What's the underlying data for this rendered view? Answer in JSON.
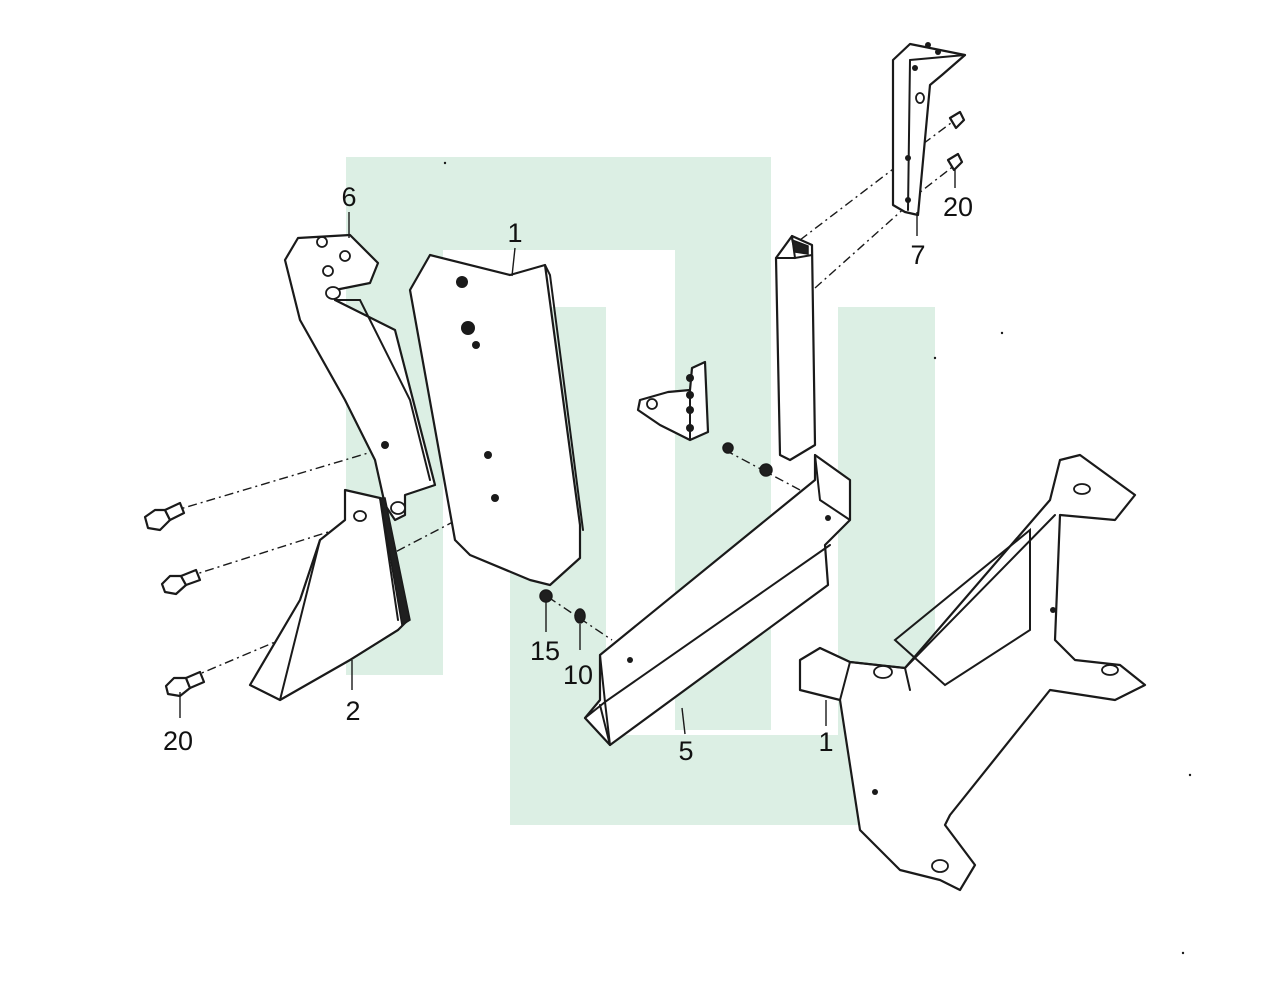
{
  "colors": {
    "watermark": "#dcefe4",
    "line": "#1a1a1a",
    "background": "#ffffff"
  },
  "callouts": {
    "part_6": "6",
    "part_1_top": "1",
    "part_20_left": "20",
    "part_2": "2",
    "part_15": "15",
    "part_10": "10",
    "part_5": "5",
    "part_1_bottom": "1",
    "part_7": "7",
    "part_20_right": "20"
  }
}
